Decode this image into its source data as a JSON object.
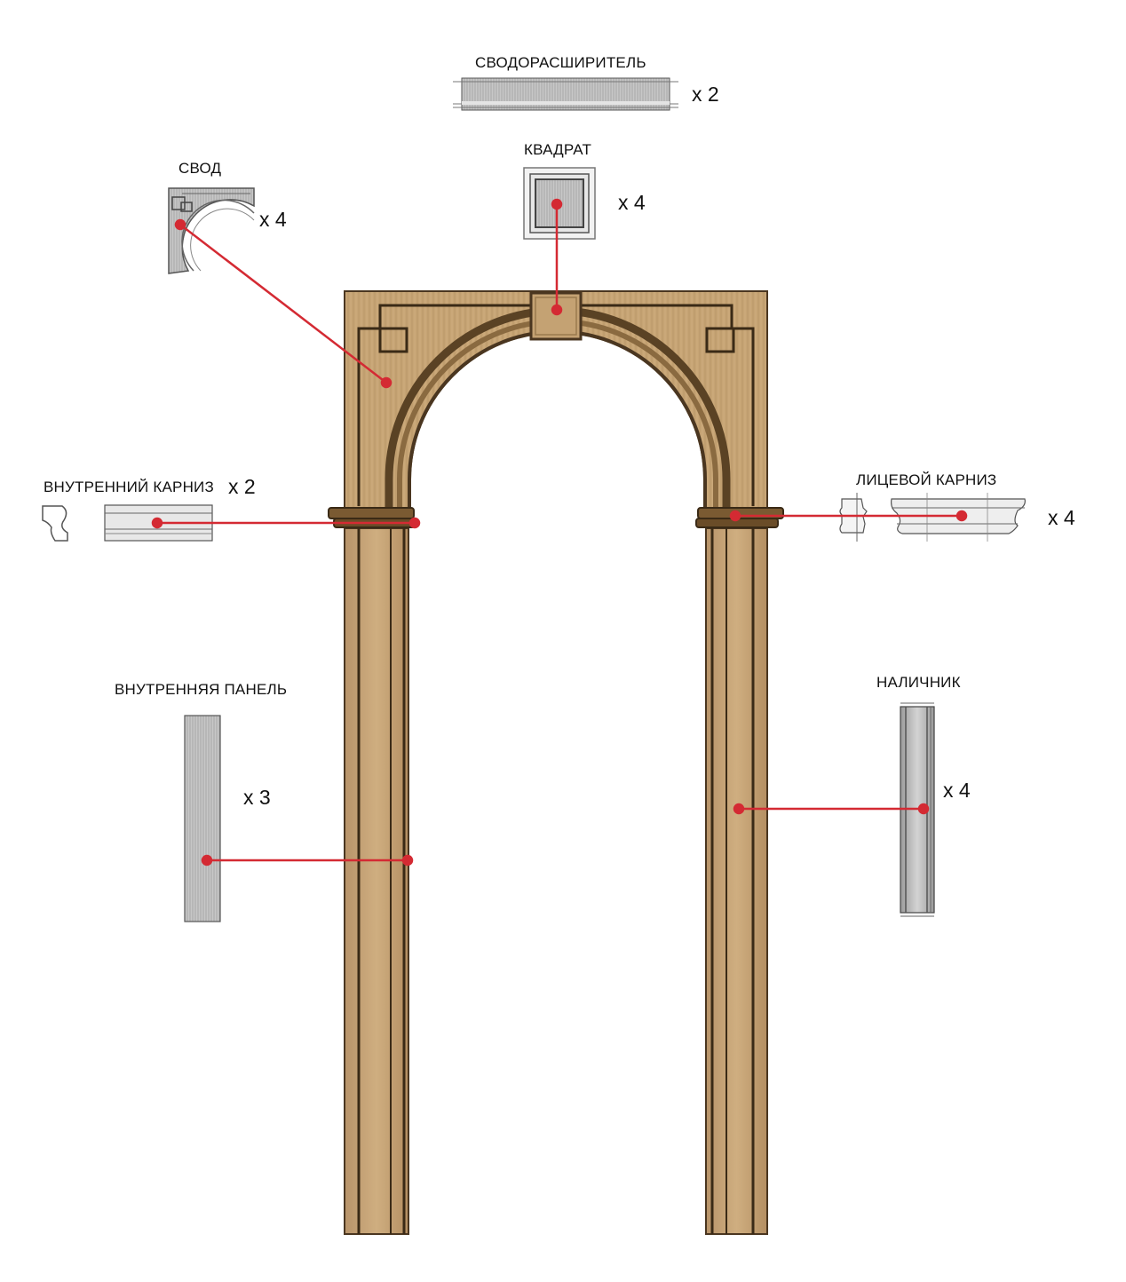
{
  "parts": {
    "svodorasshiritel": {
      "name": "СВОДОРАСШИРИТЕЛЬ",
      "qty": "x 2"
    },
    "kvadrat": {
      "name": "КВАДРАТ",
      "qty": "x 4"
    },
    "svod": {
      "name": "СВОД",
      "qty": "x 4"
    },
    "vnutrenniy_karniz": {
      "name": "ВНУТРЕННИЙ КАРНИЗ",
      "qty": "x 2"
    },
    "litsevoy_karniz": {
      "name": "ЛИЦЕВОЙ КАРНИЗ",
      "qty": "x 4"
    },
    "vnutrennyaya_panel": {
      "name": "ВНУТРЕННЯЯ ПАНЕЛЬ",
      "qty": "x 3"
    },
    "nalichnik": {
      "name": "НАЛИЧНИК",
      "qty": "x 4"
    }
  },
  "colors": {
    "wood_light": "#c9a878",
    "wood_dark": "#5a4224",
    "leader_line": "#d42a33",
    "part_gray": "#a8a8a8"
  }
}
